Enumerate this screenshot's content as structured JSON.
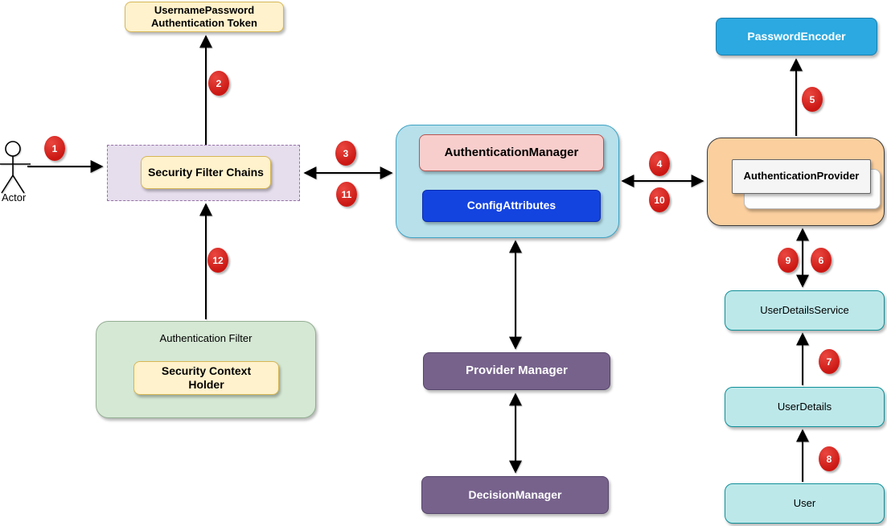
{
  "nodes": {
    "actor": "Actor",
    "username_password_token": "UsernamePassword Authentication Token",
    "security_filter_chains": "Security Filter Chains",
    "authentication_manager": "AuthenticationManager",
    "config_attributes": "ConfigAttributes",
    "password_encoder": "PasswordEncoder",
    "authentication_provider": "AuthenticationProvider",
    "user_details_service": "UserDetailsService",
    "user_details": "UserDetails",
    "user": "User",
    "authentication_filter": "Authentication Filter",
    "security_context_holder": "Security Context Holder",
    "provider_manager": "Provider Manager",
    "decision_manager": "DecisionManager"
  },
  "badges": {
    "n1": "1",
    "n2": "2",
    "n3": "3",
    "n4": "4",
    "n5": "5",
    "n6": "6",
    "n7": "7",
    "n8": "8",
    "n9": "9",
    "n10": "10",
    "n11": "11",
    "n12": "12"
  },
  "colors": {
    "badge_red": "#CB1713",
    "yellow_fill": "#FFF2CC",
    "yellow_border": "#D6B656",
    "cyan_fill": "#BDE8EA",
    "cyan_border": "#0E8F98",
    "purple_fill": "#77628C",
    "lavender_fill": "#E6DEED",
    "lavender_border": "#9673A6",
    "blue_container_fill": "#B7E0EB",
    "pink_fill": "#F8CECC",
    "pink_border": "#B85450",
    "config_blue": "#1444E0",
    "password_encoder_blue": "#2BA9E0",
    "orange_fill": "#FBCF9E",
    "green_fill": "#D5E8D4"
  }
}
